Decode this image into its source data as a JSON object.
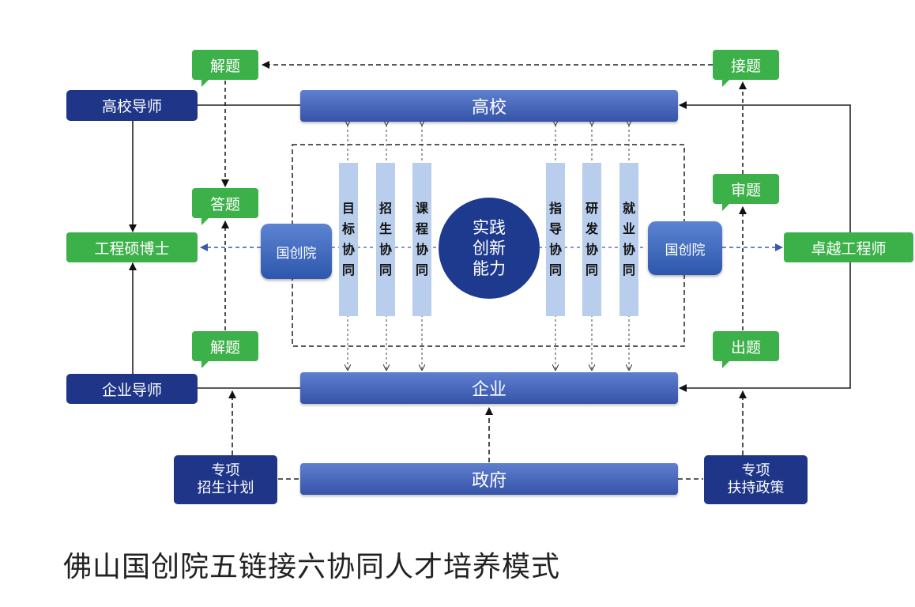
{
  "nodes": {
    "gaoxiao_daoshi": "高校导师",
    "gaoxiao": "高校",
    "qiye_daoshi": "企业导师",
    "qiye": "企业",
    "zhengfu": "政府",
    "gongcheng_shuoboshi": "工程硕博士",
    "zhuoyue_gongchengshi": "卓越工程师",
    "guochuangyuan_left": "国创院",
    "guochuangyuan_right": "国创院",
    "center": [
      "实践",
      "创新",
      "能力"
    ],
    "special_left": [
      "专项",
      "招生计划"
    ],
    "special_right": [
      "专项",
      "扶持政策"
    ]
  },
  "bubbles": {
    "jieti_top": "解题",
    "jieti2": "接题",
    "dati": "答题",
    "shenti": "审题",
    "jieti_bottom": "解题",
    "chuti": "出题"
  },
  "columns": [
    [
      "目",
      "标",
      "协",
      "同"
    ],
    [
      "招",
      "生",
      "协",
      "同"
    ],
    [
      "课",
      "程",
      "协",
      "同"
    ],
    [
      "指",
      "导",
      "协",
      "同"
    ],
    [
      "研",
      "发",
      "协",
      "同"
    ],
    [
      "就",
      "业",
      "协",
      "同"
    ]
  ],
  "caption": "佛山国创院五链接六协同人才培养模式",
  "colors": {
    "dark_blue": "#1f3688",
    "bar_blue": "#4565bb",
    "green": "#3cb149",
    "column_fill": "#b9cdec"
  }
}
